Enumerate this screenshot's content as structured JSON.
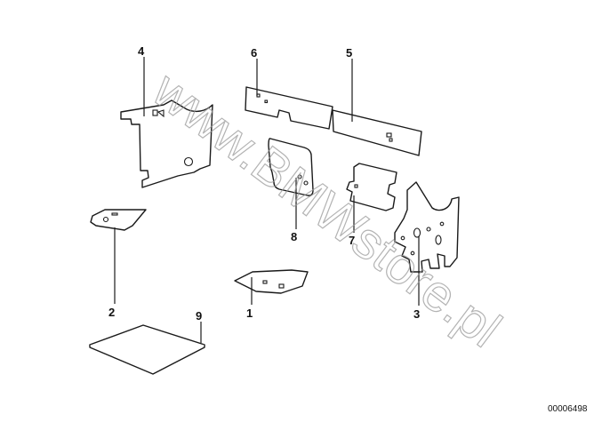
{
  "watermark": "www.BMWstore.pl",
  "drawing_number": "00006498",
  "callouts": {
    "p1": "1",
    "p2": "2",
    "p3": "3",
    "p4": "4",
    "p5": "5",
    "p6": "6",
    "p7": "7",
    "p8": "8",
    "p9": "9"
  },
  "colors": {
    "line": "#1a1a1a",
    "watermark": "#9a9a9a",
    "background": "#ffffff"
  }
}
